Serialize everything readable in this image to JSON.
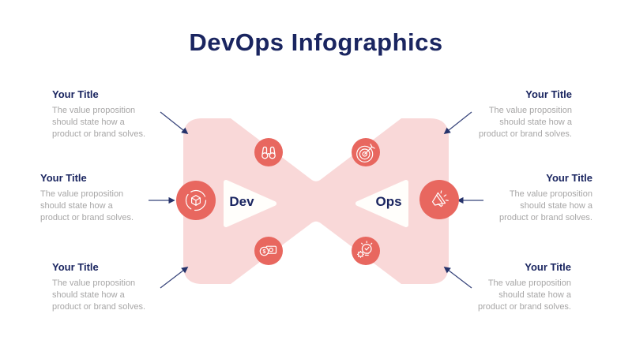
{
  "slide": {
    "title": "DevOps Infographics"
  },
  "diagram": {
    "dev_label": "Dev",
    "ops_label": "Ops",
    "money_symbol": "$",
    "icons": [
      "delivery-process-icon",
      "binoculars-icon",
      "money-icon",
      "target-icon",
      "idea-bulb-gear-icon",
      "megaphone-icon"
    ]
  },
  "blocks": [
    {
      "title": "Your Title",
      "body": "The value proposition should state how a product or brand solves."
    },
    {
      "title": "Your Title",
      "body": "The value proposition should state how a product or brand solves."
    },
    {
      "title": "Your Title",
      "body": "The value proposition should state how a product or brand solves."
    },
    {
      "title": "Your Title",
      "body": "The value proposition should state how a product or brand solves."
    },
    {
      "title": "Your Title",
      "body": "The value proposition should state how a product or brand solves."
    },
    {
      "title": "Your Title",
      "body": "The value proposition should state how a product or brand solves."
    }
  ],
  "colors": {
    "navy": "#1a2560",
    "coral": "#e8675f",
    "pink": "#f9d8d8",
    "body_text": "#a7a6a6",
    "arrow": "#36437a"
  }
}
